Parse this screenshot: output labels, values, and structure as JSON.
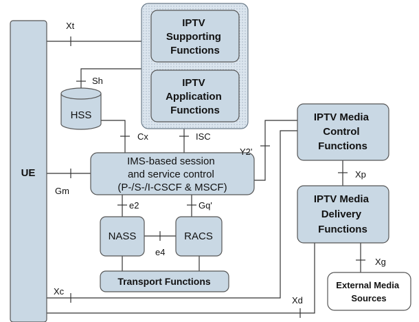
{
  "nodes": {
    "ue": "UE",
    "supporting": [
      "IPTV",
      "Supporting",
      "Functions"
    ],
    "application": [
      "IPTV",
      "Application",
      "Functions"
    ],
    "hss": "HSS",
    "ims": [
      "IMS-based session",
      "and service control",
      "(P-/S-/I-CSCF & MSCF)"
    ],
    "media_control": [
      "IPTV Media",
      "Control",
      "Functions"
    ],
    "media_delivery": [
      "IPTV Media",
      "Delivery",
      "Functions"
    ],
    "nass": "NASS",
    "racs": "RACS",
    "transport": "Transport Functions",
    "external": [
      "External Media",
      "Sources"
    ]
  },
  "reference_points": {
    "xt": "Xt",
    "sh": "Sh",
    "cx": "Cx",
    "isc": "ISC",
    "y2": "Y2'",
    "gm": "Gm",
    "e2": "e2",
    "gq": "Gq'",
    "e4": "e4",
    "xp": "Xp",
    "xg": "Xg",
    "xc": "Xc",
    "xd": "Xd"
  }
}
